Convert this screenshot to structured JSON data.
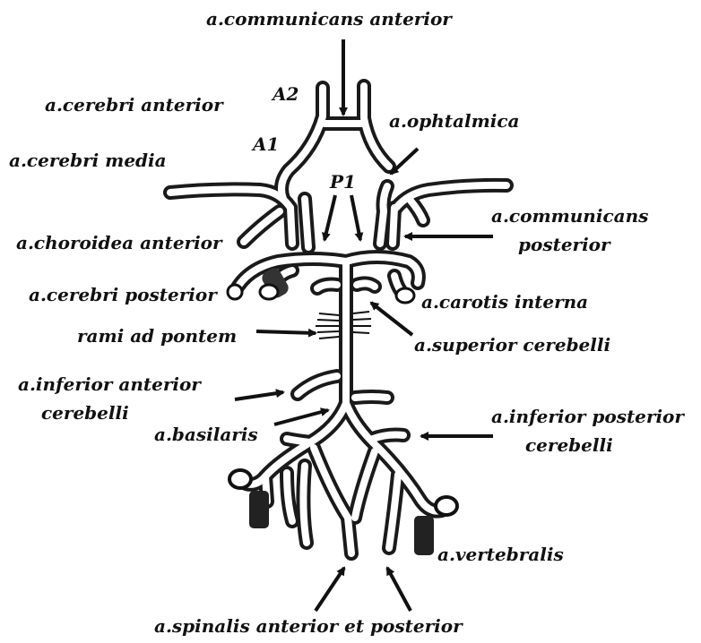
{
  "labels": {
    "communicans_anterior": "a.communicans anterior",
    "A2": "A2",
    "A1": "A1",
    "P1": "P1",
    "cerebri_anterior": "a.cerebri anterior",
    "cerebri_media": "a.cerebri media",
    "ophtalmica": "a.ophtalmica",
    "communicans_posterior_1": "a.communicans",
    "communicans_posterior_2": "posterior",
    "choroidea_anterior": "a.choroidea anterior",
    "cerebri_posterior": "a.cerebri posterior",
    "carotis_interna": "a.carotis interna",
    "rami_ad_pontem": "rami ad pontem",
    "superior_cerebelli": "a.superior cerebelli",
    "inferior_anterior_1": "a.inferior anterior",
    "inferior_anterior_2": "cerebelli",
    "basilaris": "a.basilaris",
    "inferior_posterior_1": "a.inferior posterior",
    "inferior_posterior_2": "cerebelli",
    "vertebralis": "a.vertebralis",
    "spinalis": "a.spinalis anterior et posterior"
  },
  "colors": {
    "ink": "#111111",
    "background": "#ffffff"
  }
}
